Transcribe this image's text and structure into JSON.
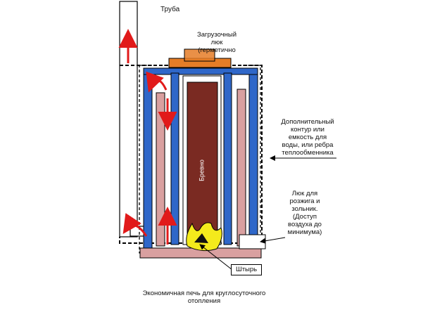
{
  "labels": {
    "chimney": "Труба",
    "loading_hatch": "Загрузочный\nлюк\n(герметично",
    "log": "Бревно",
    "extra_circuit": "Дополнительный\nконтур или\nемкость для\nводы, или ребра\nтеплообменника",
    "ignition_hatch": "Люк для\nрозжига и\nзольник.\n(Доступ\nвоздуха до\nминимума)",
    "pin": "Штырь",
    "caption": "Экономичная печь для круглосуточного\nотопления"
  },
  "colors": {
    "water_jacket": "#2f67c9",
    "heat_channel": "#d9a0a0",
    "log": "#7a2a22",
    "hatch": "#e57d27",
    "flame": "#f4ea1c",
    "arrow": "#e11a1a"
  }
}
